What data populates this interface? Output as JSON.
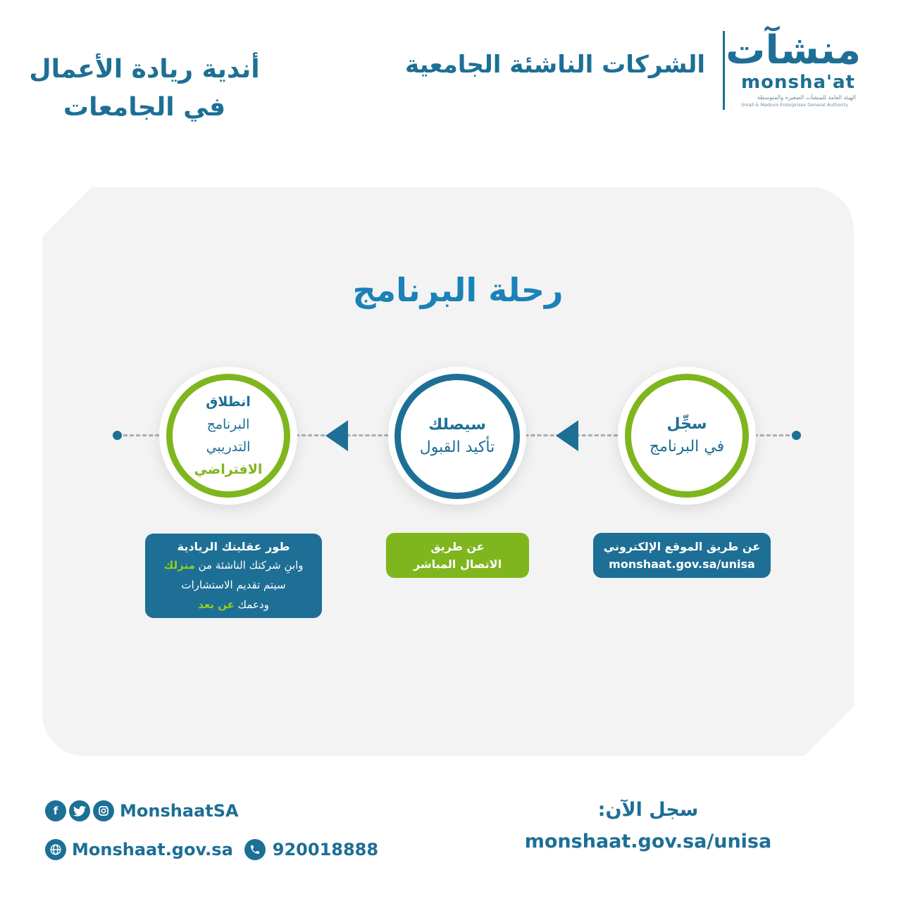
{
  "header": {
    "logo_ar": "منشآت",
    "logo_en": "monsha'at",
    "logo_sub_ar": "الهيئة العامة للمنشآت الصغيرة والمتوسطة",
    "logo_sub_en": "Small & Medium Enterprises General Authority",
    "title": "الشركات الناشئة الجامعية",
    "clubs_line1": "أندية ريادة الأعمال",
    "clubs_line2": "في الجامعات"
  },
  "journey": {
    "title": "رحلة البرنامج",
    "steps": [
      {
        "line1": "سجِّل",
        "line2": "في البرنامج",
        "box_line1": "عن طريق الموقع الإلكتروني",
        "box_line2": "monshaat.gov.sa/unisa"
      },
      {
        "line1": "سيصلك",
        "line2": "تأكيد القبول",
        "box_line1": "عن طريق",
        "box_line2": "الاتصال المباشر"
      },
      {
        "line1": "انطلاق",
        "line2": "البرنامج",
        "line3": "التدريبي",
        "line4": "الافتراضي",
        "box_line1": "طور عقليتك الريادية",
        "box_line2a": "وابنِ شركتك الناشئة من ",
        "box_line2b": "منزلك",
        "box_line3": "سيتم تقديم الاستشارات",
        "box_line4a": "ودعمك ",
        "box_line4b": "عن بعد"
      }
    ]
  },
  "footer": {
    "register_label": "سجل الآن:",
    "register_url": "monshaat.gov.sa/unisa",
    "social_handle": "MonshaatSA",
    "website": "Monshaat.gov.sa",
    "phone": "920018888",
    "icons": [
      "facebook-icon",
      "twitter-icon",
      "instagram-icon",
      "globe-icon",
      "phone-icon"
    ]
  },
  "colors": {
    "primary": "#1d6f95",
    "accent": "#7fb61d",
    "title": "#1a82b8",
    "panel": "#f3f3f3"
  }
}
